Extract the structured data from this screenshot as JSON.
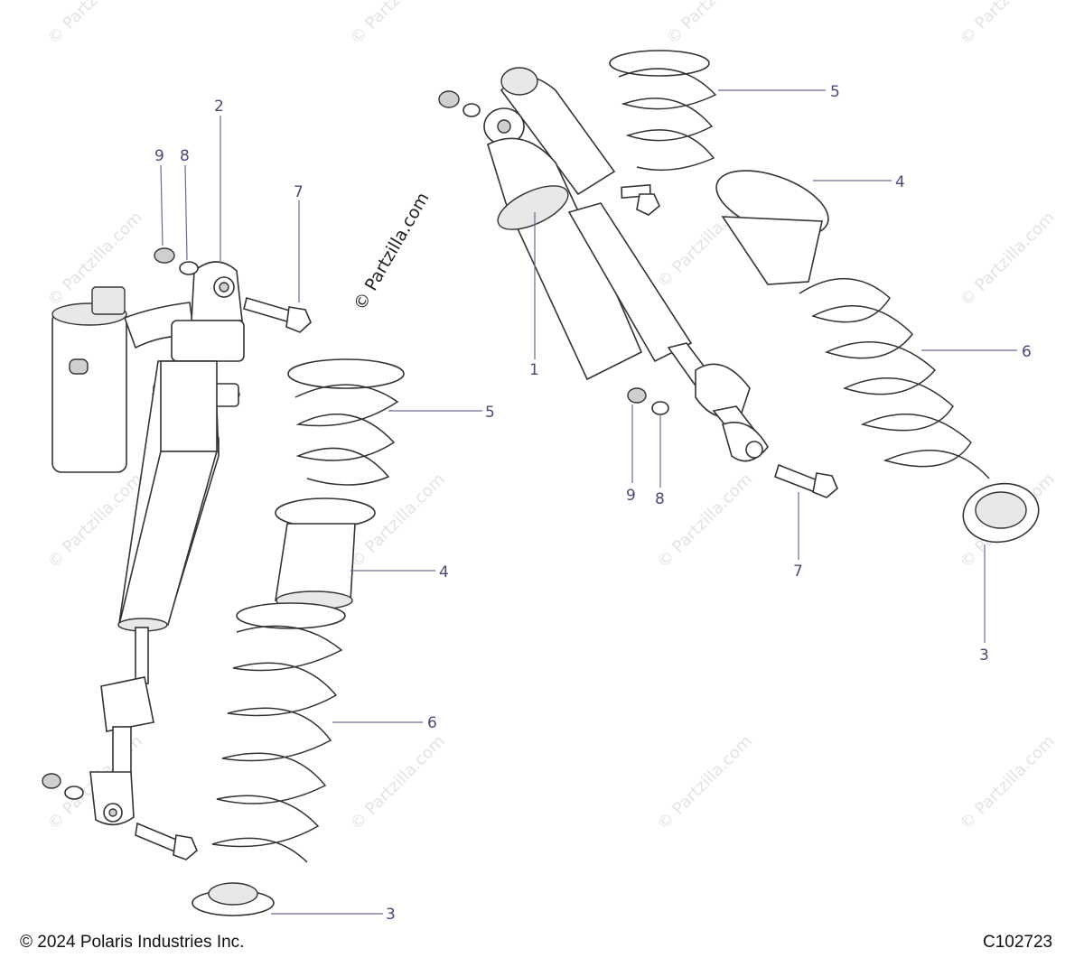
{
  "watermark": {
    "text": "© Partzilla.com"
  },
  "footer": {
    "copyright": "© 2024 Polaris Industries Inc.",
    "code": "C102723"
  },
  "callouts": {
    "left": {
      "shock": "2",
      "nut": "9",
      "washer": "8",
      "bolt": "7",
      "spring_upper": "5",
      "crossover": "4",
      "spring_lower": "6",
      "retainer": "3"
    },
    "right": {
      "shock": "1",
      "spring_upper": "5",
      "crossover": "4",
      "spring_lower": "6",
      "retainer": "3",
      "nut": "9",
      "washer": "8",
      "bolt": "7"
    }
  }
}
